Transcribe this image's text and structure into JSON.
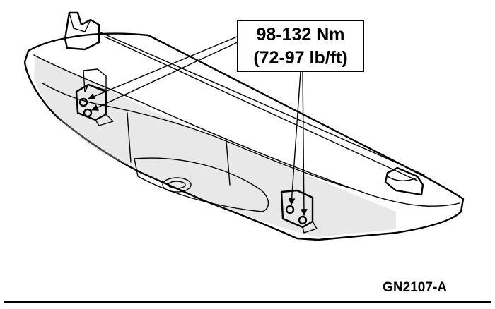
{
  "callout": {
    "torque_nm": "98-132 Nm",
    "torque_lbft": "(72-97 lb/ft)"
  },
  "figure": {
    "id": "GN2107-A"
  }
}
